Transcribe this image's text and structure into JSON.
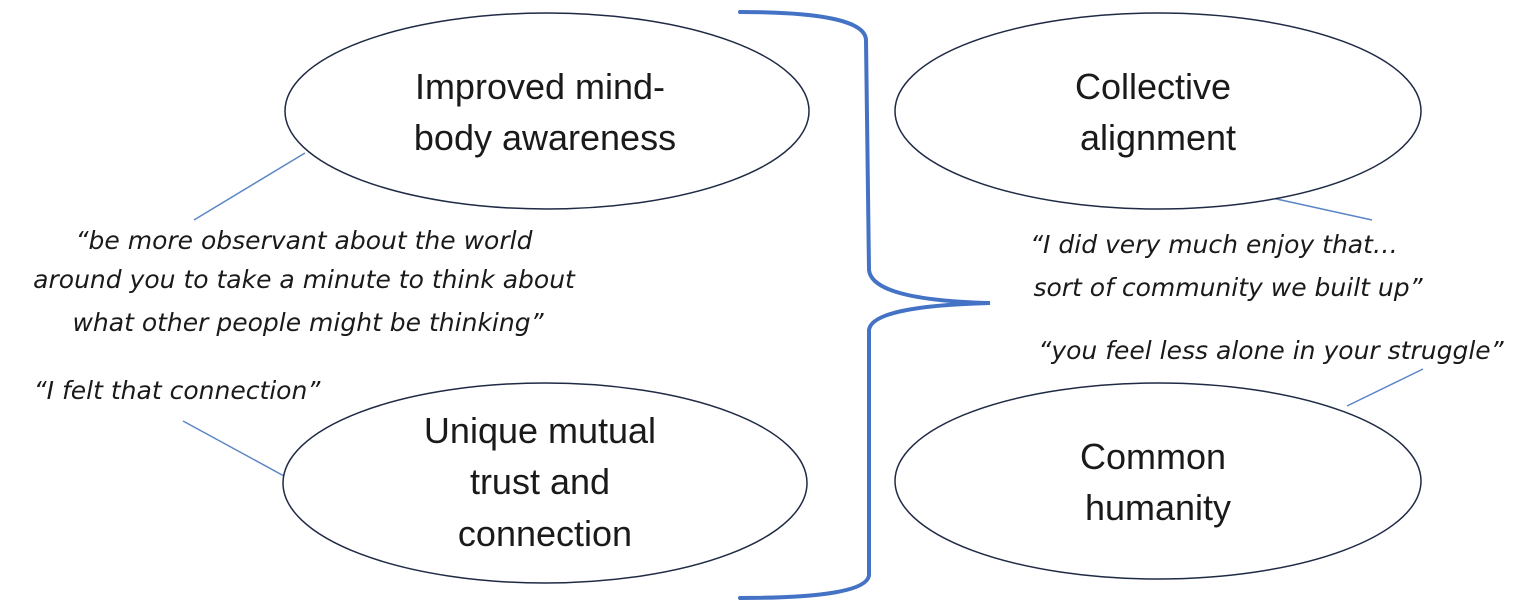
{
  "colors": {
    "brace": "#4472c4",
    "connector": "#5b86c5",
    "ellipse_stroke": "#1f2a44",
    "text": "#1a1a1a"
  },
  "themes": {
    "mind_body": [
      "Improved mind-",
      "body awareness"
    ],
    "mutual_trust": [
      "Unique mutual",
      "trust and",
      "connection"
    ],
    "collective": [
      "Collective",
      "alignment"
    ],
    "humanity": [
      "Common",
      "humanity"
    ]
  },
  "quotes": {
    "observant": [
      "“be more observant about the world",
      "around you to take a minute to think about",
      "what other people might be thinking”"
    ],
    "connection": [
      "“I felt that connection”"
    ],
    "community": [
      "“I did very much enjoy that…",
      "sort of community we built up”"
    ],
    "struggle": [
      "“you feel less alone in your struggle”"
    ]
  }
}
